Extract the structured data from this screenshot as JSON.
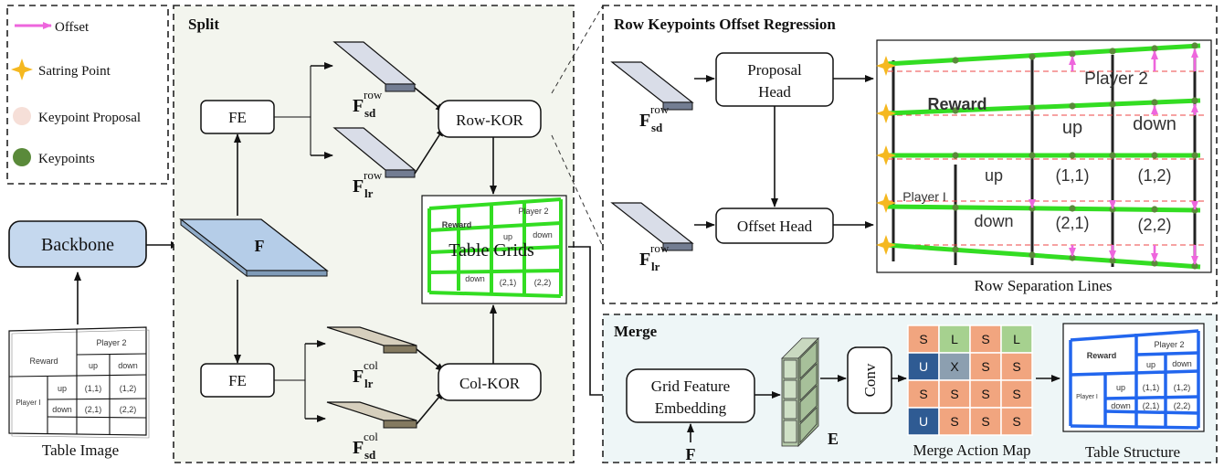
{
  "legend": {
    "offset": "Offset",
    "starting_point": "Satring Point",
    "keypoint_proposal": "Keypoint Proposal",
    "keypoints": "Keypoints"
  },
  "colors": {
    "backbone": "#c5d8ee",
    "feature_map": "#b5cde8",
    "row_feature": "#d9dde8",
    "col_feature": "#d6cfbd",
    "grid_green": "#33dd22",
    "struct_blue": "#2266ee",
    "offset_pink": "#ee66dd",
    "star_gold": "#f5b820",
    "keypoint_green": "#5a8a3a",
    "split_bg": "#f3f5ee",
    "merge_bg": "#eef6f7",
    "cell_s": "#f1a57f",
    "cell_l": "#a6d18f",
    "cell_u": "#2f5b93",
    "cell_x": "#8c9fb0"
  },
  "input": {
    "caption": "Table Image",
    "backbone": "Backbone",
    "feature": "F"
  },
  "split": {
    "title": "Split",
    "fe_top": "FE",
    "fe_bottom": "FE",
    "feat_base": "F",
    "sd": "sd",
    "lr": "lr",
    "row": "row",
    "col": "col",
    "row_kor": "Row-KOR",
    "col_kor": "Col-KOR",
    "grids_label": "Table Grids"
  },
  "regression": {
    "title": "Row Keypoints Offset Regression",
    "proposal_head_1": "Proposal",
    "proposal_head_2": "Head",
    "offset_head": "Offset Head",
    "caption": "Row Separation Lines"
  },
  "merge": {
    "title": "Merge",
    "embed_1": "Grid Feature",
    "embed_2": "Embedding",
    "feature": "F",
    "embedding": "E",
    "conv": "Conv",
    "action_map_caption": "Merge Action Map",
    "structure_caption": "Table Structure",
    "action_map": [
      [
        "S",
        "L",
        "S",
        "L"
      ],
      [
        "U",
        "X",
        "S",
        "S"
      ],
      [
        "S",
        "S",
        "S",
        "S"
      ],
      [
        "U",
        "S",
        "S",
        "S"
      ]
    ]
  },
  "table": {
    "reward": "Reward",
    "player1": "Player I",
    "player2": "Player 2",
    "up": "up",
    "down": "down",
    "c11": "(1,1)",
    "c12": "(1,2)",
    "c21": "(2,1)",
    "c22": "(2,2)"
  }
}
